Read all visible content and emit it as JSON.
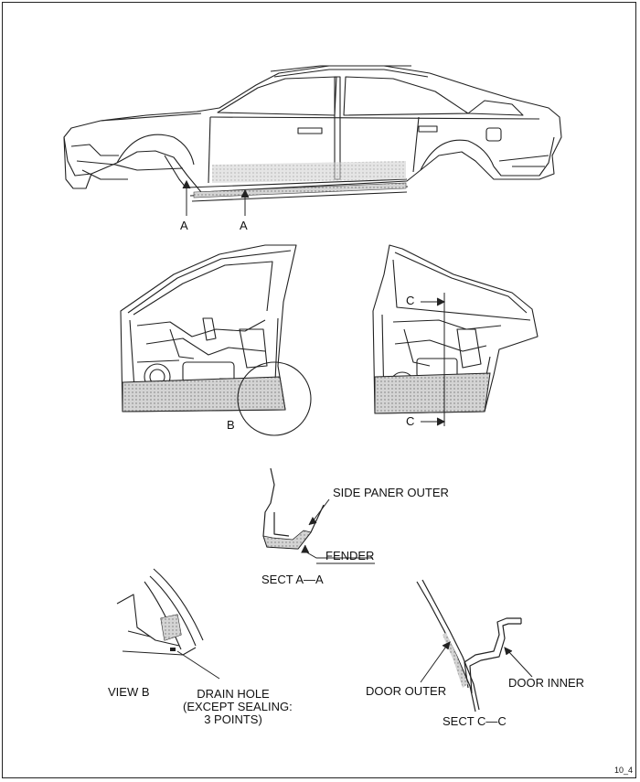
{
  "labels": {
    "section_a_left": "A",
    "section_a_right": "A",
    "detail_b": "B",
    "section_c_top": "C",
    "section_c_bottom": "C",
    "side_panel_outer": "SIDE PANER OUTER",
    "fender": "FENDER",
    "sect_a": "SECT A—A",
    "view_b": "VIEW B",
    "drain_hole": [
      "DRAIN HOLE",
      "(EXCEPT SEALING:",
      "3 POINTS)"
    ],
    "door_outer": "DOOR OUTER",
    "door_inner": "DOOR INNER",
    "sect_c": "SECT C—C",
    "page_code": "10_4"
  },
  "colors": {
    "line": "#222222",
    "sealer_fill": "#bdbdbd"
  }
}
